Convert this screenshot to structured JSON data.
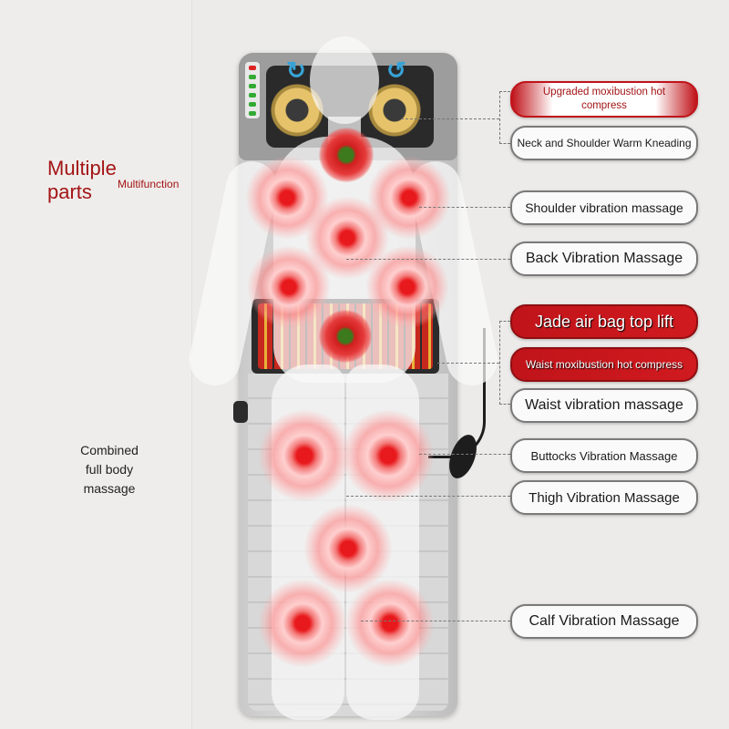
{
  "heading": {
    "title": "Multiple parts",
    "subtitle": "Multifunction"
  },
  "side_text": "Combined full body massage",
  "labels": {
    "upgraded_moxibustion": "Upgraded moxibustion hot compress",
    "neck_shoulder": "Neck and Shoulder Warm Kneading",
    "shoulder_vibration": "Shoulder vibration massage",
    "back_vibration": "Back Vibration Massage",
    "jade_air_bag": "Jade air bag top lift",
    "waist_moxibustion": "Waist moxibustion hot compress",
    "waist_vibration": "Waist vibration massage",
    "buttocks_vibration": "Buttocks Vibration Massage",
    "thigh_vibration": "Thigh Vibration Massage",
    "calf_vibration": "Calf Vibration Massage"
  },
  "colors": {
    "accent_red": "#a31416",
    "heat_red": "#e8191c",
    "roller_arrow_blue": "#37a4d8",
    "mat_grey": "#d4d4d4"
  },
  "icons": [
    "herb-leaf-icon",
    "rotation-arrow-icon",
    "massage-point-glow"
  ]
}
